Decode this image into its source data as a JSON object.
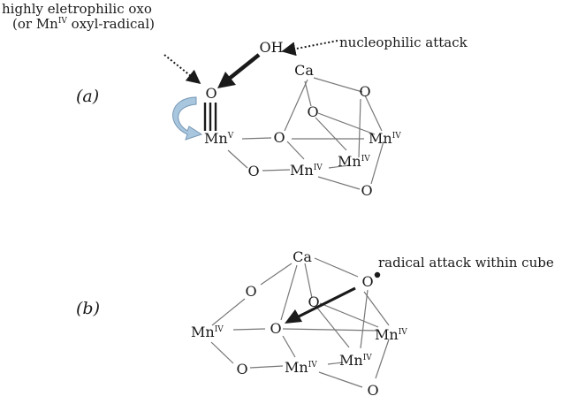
{
  "annotations": {
    "oxo_line1": "highly eletrophilic oxo",
    "oxo_line2_prefix": "(or Mn",
    "oxo_line2_sup": "IV",
    "oxo_line2_suffix": " oxyl-radical)",
    "nucleophilic": "nucleophilic attack",
    "radical": "radical attack within cube"
  },
  "panels": {
    "a": "(a)",
    "b": "(b)"
  },
  "atoms": {
    "oh": "OH",
    "ca": "Ca",
    "o": "O",
    "mn": "Mn",
    "ox_v": "V",
    "ox_iv": "IV"
  },
  "colors": {
    "ink": "#1a1a1a",
    "bond": "#777777",
    "curl_arrow": "#a9c6df"
  },
  "icons": {
    "curved_arrow": "curved-arrow-icon",
    "radical_dot": "radical-dot-icon"
  }
}
